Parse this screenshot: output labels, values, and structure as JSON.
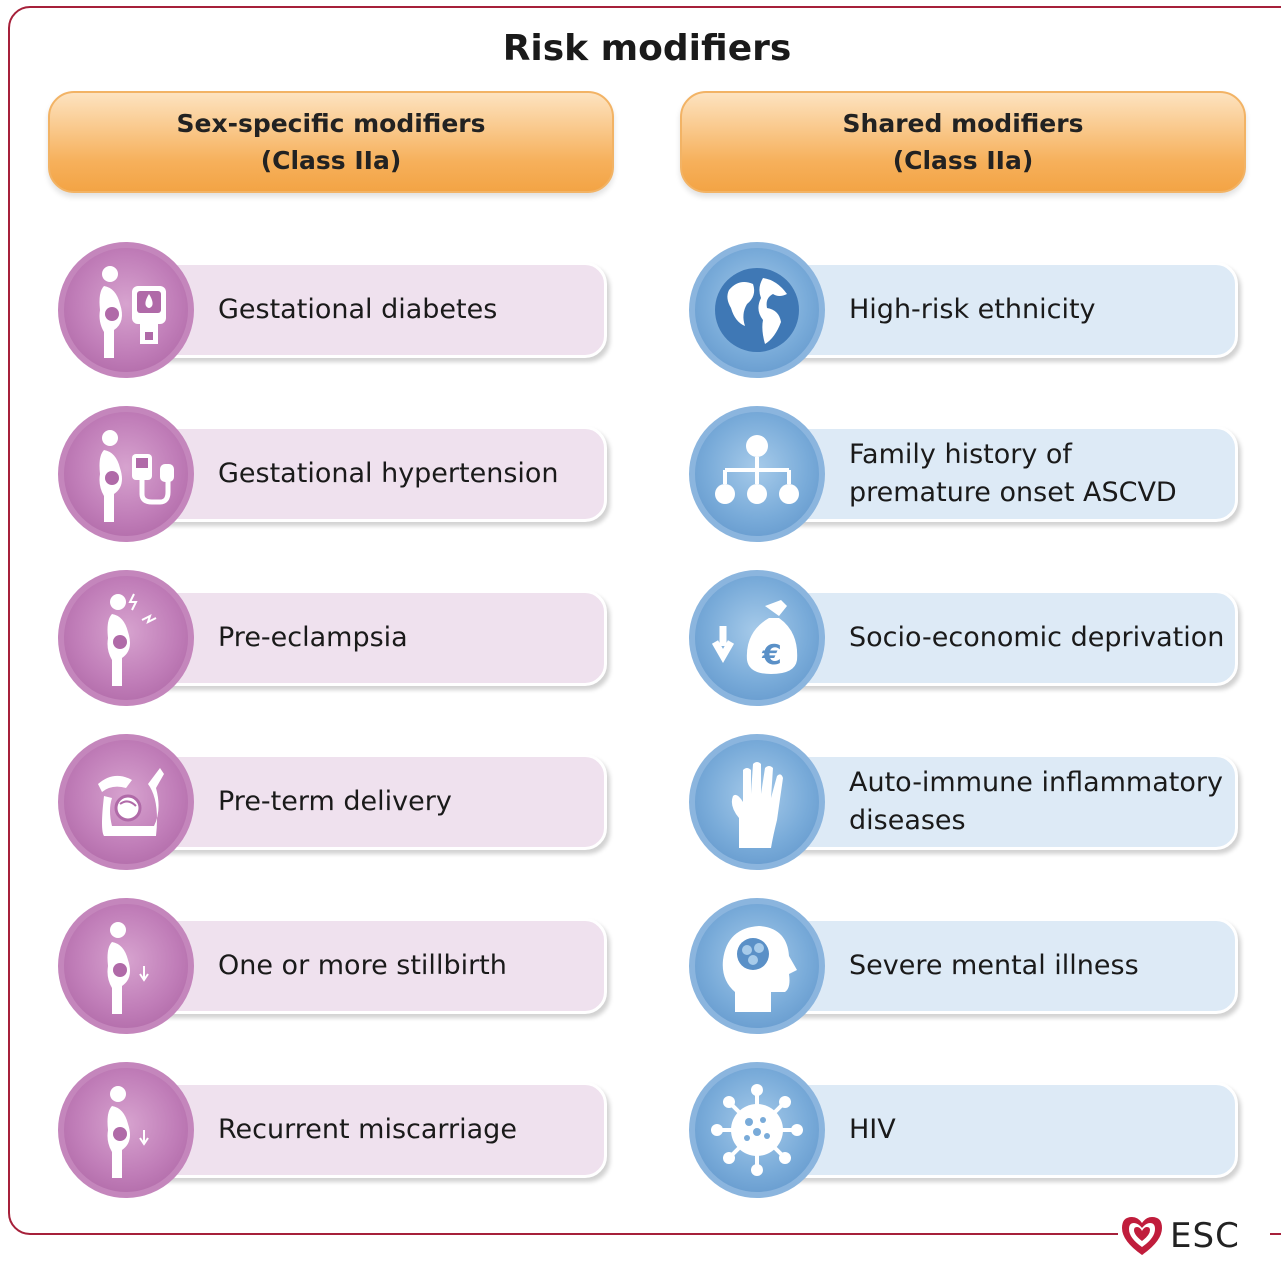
{
  "title": "Risk modifiers",
  "left_header": {
    "line1": "Sex-specific modifiers",
    "line2": "(Class IIa)"
  },
  "right_header": {
    "line1": "Shared modifiers",
    "line2": "(Class IIa)"
  },
  "left_items": [
    {
      "label": "Gestational diabetes",
      "icon": "pregnant-glucometer-icon"
    },
    {
      "label": "Gestational hypertension",
      "icon": "pregnant-blood-pressure-icon"
    },
    {
      "label": "Pre-eclampsia",
      "icon": "pregnant-pain-icon"
    },
    {
      "label": "Pre-term delivery",
      "icon": "preterm-baby-icon"
    },
    {
      "label": "One or more stillbirth",
      "icon": "pregnant-down-arrow-icon"
    },
    {
      "label": "Recurrent miscarriage",
      "icon": "pregnant-down-arrow-icon"
    }
  ],
  "right_items": [
    {
      "label_lines": [
        "High-risk ethnicity"
      ],
      "icon": "globe-icon"
    },
    {
      "label_lines": [
        "Family history of",
        "premature onset ASCVD"
      ],
      "icon": "family-tree-icon"
    },
    {
      "label_lines": [
        "Socio-economic deprivation"
      ],
      "icon": "money-bag-euro-icon"
    },
    {
      "label_lines": [
        "Auto-immune inflammatory",
        "diseases"
      ],
      "icon": "hand-icon"
    },
    {
      "label_lines": [
        "Severe mental illness"
      ],
      "icon": "brain-head-icon"
    },
    {
      "label_lines": [
        "HIV"
      ],
      "icon": "virus-icon"
    }
  ],
  "logo_text": "ESC",
  "colors": {
    "frame": "#a6203a",
    "header_orange": "#f6b05b",
    "pink_circle": "#c07db8",
    "pink_pill": "#efe1ee",
    "blue_circle": "#79abd9",
    "blue_pill": "#ddeaf6"
  }
}
